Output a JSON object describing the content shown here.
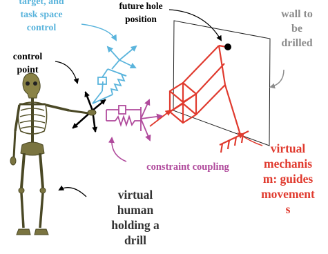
{
  "labels": {
    "target": "target, and\ntask space\ncontrol",
    "future_hole": "future hole\nposition",
    "wall": "wall to\nbe\ndrilled",
    "control_point": "control\npoint",
    "constraint": "constraint coupling",
    "virtual_human": "virtual\nhuman\nholding a\ndrill",
    "mechanism": "virtual\nmechanis\nm: guides\nmovement\ns"
  },
  "colors": {
    "cyan": "#5ab4dc",
    "magenta": "#b04a9c",
    "red": "#e03a2e",
    "gray": "#8c8c8c",
    "black": "#000000"
  }
}
